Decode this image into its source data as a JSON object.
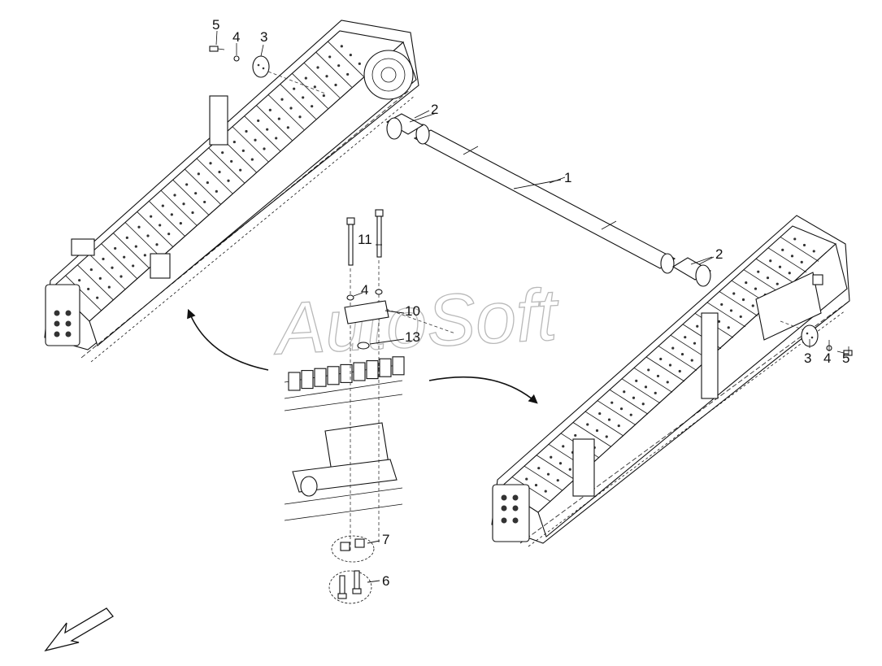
{
  "watermark": "AutoSoft",
  "callouts": [
    {
      "id": "c5-left",
      "text": "5"
    },
    {
      "id": "c4-left",
      "text": "4"
    },
    {
      "id": "c3-left",
      "text": "3"
    },
    {
      "id": "c2-top",
      "text": "2"
    },
    {
      "id": "c1",
      "text": "1"
    },
    {
      "id": "c2-right",
      "text": "2"
    },
    {
      "id": "c11",
      "text": "11"
    },
    {
      "id": "c4-mid",
      "text": "4"
    },
    {
      "id": "c10",
      "text": "10"
    },
    {
      "id": "c13",
      "text": "13"
    },
    {
      "id": "c3-right",
      "text": "3"
    },
    {
      "id": "c4-right",
      "text": "4"
    },
    {
      "id": "c5-right",
      "text": "5"
    },
    {
      "id": "c7",
      "text": "7"
    },
    {
      "id": "c6",
      "text": "6"
    }
  ],
  "colors": {
    "line": "#111111",
    "watermark": "#b9b9b9",
    "background": "#ffffff"
  },
  "icons": {
    "orientation": "direction-arrow-icon"
  }
}
